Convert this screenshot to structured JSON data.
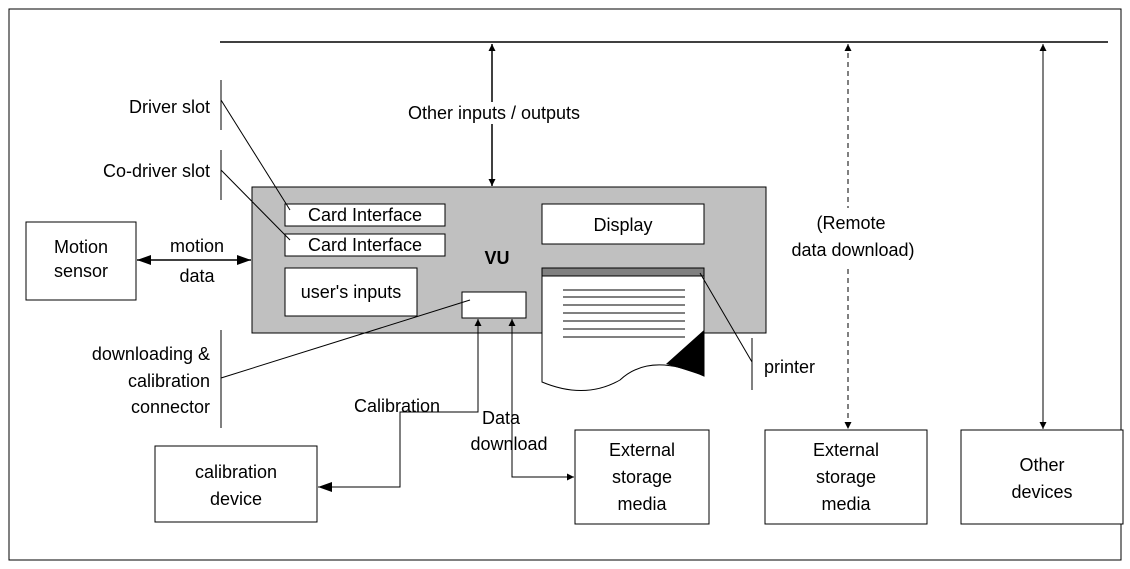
{
  "labels": {
    "driver_slot": "Driver slot",
    "co_driver_slot": "Co-driver slot",
    "other_io": "Other inputs / outputs",
    "card_interface_1": "Card Interface",
    "card_interface_2": "Card Interface",
    "display": "Display",
    "vu": "VU",
    "users_inputs": "user's inputs",
    "motion_sensor_line1": "Motion",
    "motion_sensor_line2": "sensor",
    "motion_data_line1": "motion",
    "motion_data_line2": "data",
    "remote_line1": "(Remote",
    "remote_line2": "data download)",
    "downloading_line1": "downloading &",
    "downloading_line2": "calibration",
    "downloading_line3": "connector",
    "printer": "printer",
    "calibration": "Calibration",
    "data_download_line1": "Data",
    "data_download_line2": "download",
    "calibration_device_line1": "calibration",
    "calibration_device_line2": "device",
    "external_storage_1_line1": "External",
    "external_storage_1_line2": "storage",
    "external_storage_1_line3": "media",
    "external_storage_2_line1": "External",
    "external_storage_2_line2": "storage",
    "external_storage_2_line3": "media",
    "other_devices_line1": "Other",
    "other_devices_line2": "devices"
  },
  "colors": {
    "vu_fill": "#c0c0c0",
    "printer_bar": "#808080",
    "stroke": "#000000",
    "background": "#ffffff"
  }
}
